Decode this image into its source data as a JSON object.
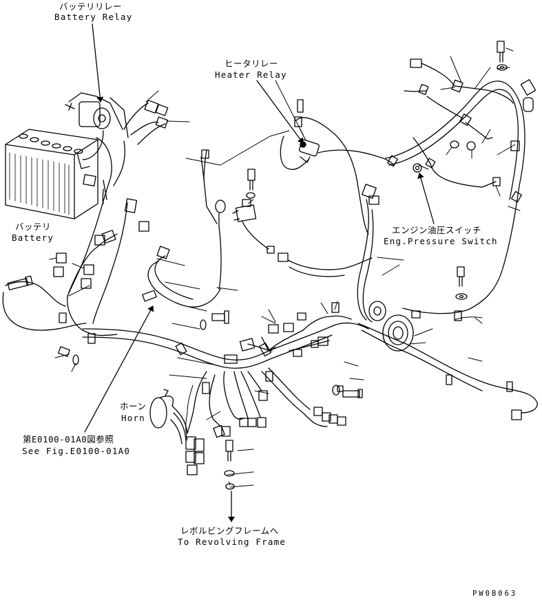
{
  "callouts": {
    "battery_relay": {
      "jp": "バッテリリレー",
      "en": "Battery Relay"
    },
    "heater_relay": {
      "jp": "ヒータリレー",
      "en": "Heater Relay"
    },
    "battery": {
      "jp": "バッテリ",
      "en": "Battery"
    },
    "eng_pressure_switch": {
      "jp": "エンジン油圧スイッチ",
      "en": "Eng.Pressure Switch"
    },
    "horn": {
      "jp": "ホーン",
      "en": "Horn"
    },
    "see_fig": {
      "jp": "第E0100-01A0図参照",
      "en": "See Fig.E0100-01A0"
    },
    "revolving_frame": {
      "jp": "レボルビングフレームへ",
      "en": "To Revolving Frame"
    }
  },
  "drawing_number": "PW0B063",
  "colors": {
    "line": "#000000",
    "background": "#ffffff"
  }
}
